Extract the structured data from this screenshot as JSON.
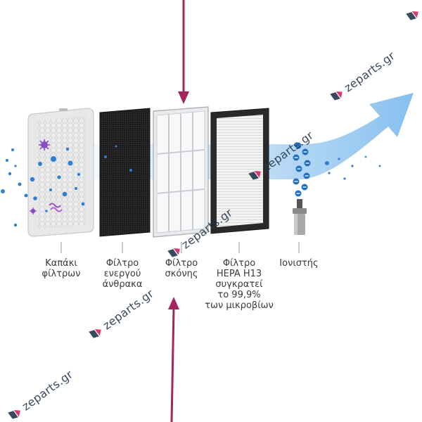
{
  "labels": {
    "cover": [
      "Καπάκι",
      "φίλτρων"
    ],
    "carbon": [
      "Φίλτρο",
      "ενεργού",
      "άνθρακα"
    ],
    "dust": [
      "Φίλτρο",
      "σκόνης"
    ],
    "hepa": [
      "Φίλτρο",
      "HEPA H13",
      "συγκρατεί",
      "το 99,9%",
      "των μικροβίων"
    ],
    "ionizer": [
      "Ιονιστής"
    ]
  },
  "watermark": {
    "text": "zeparts.gr"
  },
  "colors": {
    "arrow": "#a3265e",
    "airflow": "#8ec5f0",
    "particle": "#2f7fd1",
    "cover": "#e9e9ea",
    "carbon": "#1b1b1b",
    "dust_frame": "#d4d6da",
    "hepa_frame": "#2a2a2a",
    "hepa_media": "#f2f2f0",
    "watermark_text": "#23364f",
    "watermark_logo_accent": "#d6235a"
  },
  "icons": [
    "virus-icon",
    "bacteria-icon",
    "ion-icon"
  ]
}
